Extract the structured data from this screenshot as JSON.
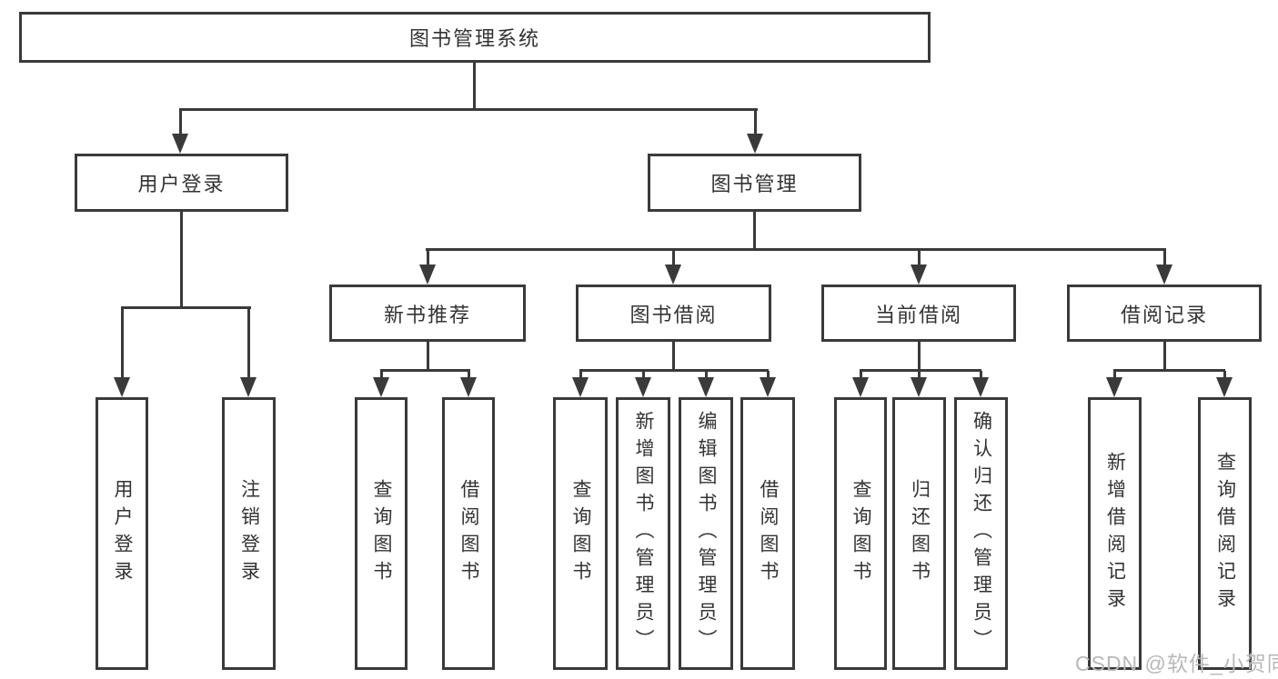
{
  "diagram_title": "图书管理系统",
  "tree": {
    "label": "图书管理系统",
    "children": [
      {
        "label": "用户登录",
        "children": [
          {
            "label": "用户登录"
          },
          {
            "label": "注销登录"
          }
        ]
      },
      {
        "label": "图书管理",
        "children": [
          {
            "label": "新书推荐",
            "children": [
              {
                "label": "查询图书"
              },
              {
                "label": "借阅图书"
              }
            ]
          },
          {
            "label": "图书借阅",
            "children": [
              {
                "label": "查询图书"
              },
              {
                "label": "新增图书（管理员）"
              },
              {
                "label": "编辑图书（管理员）"
              },
              {
                "label": "借阅图书"
              }
            ]
          },
          {
            "label": "当前借阅",
            "children": [
              {
                "label": "查询图书"
              },
              {
                "label": "归还图书"
              },
              {
                "label": "确认归还（管理员）"
              }
            ]
          },
          {
            "label": "借阅记录",
            "children": [
              {
                "label": "新增借阅记录"
              },
              {
                "label": "查询借阅记录"
              }
            ]
          }
        ]
      }
    ]
  },
  "watermark": {
    "text": "CSDN @软件_小贺同学"
  },
  "colors": {
    "line": "#3a3a3a",
    "text": "#333333",
    "watermark": "#b8b8b8",
    "background": "#ffffff"
  }
}
